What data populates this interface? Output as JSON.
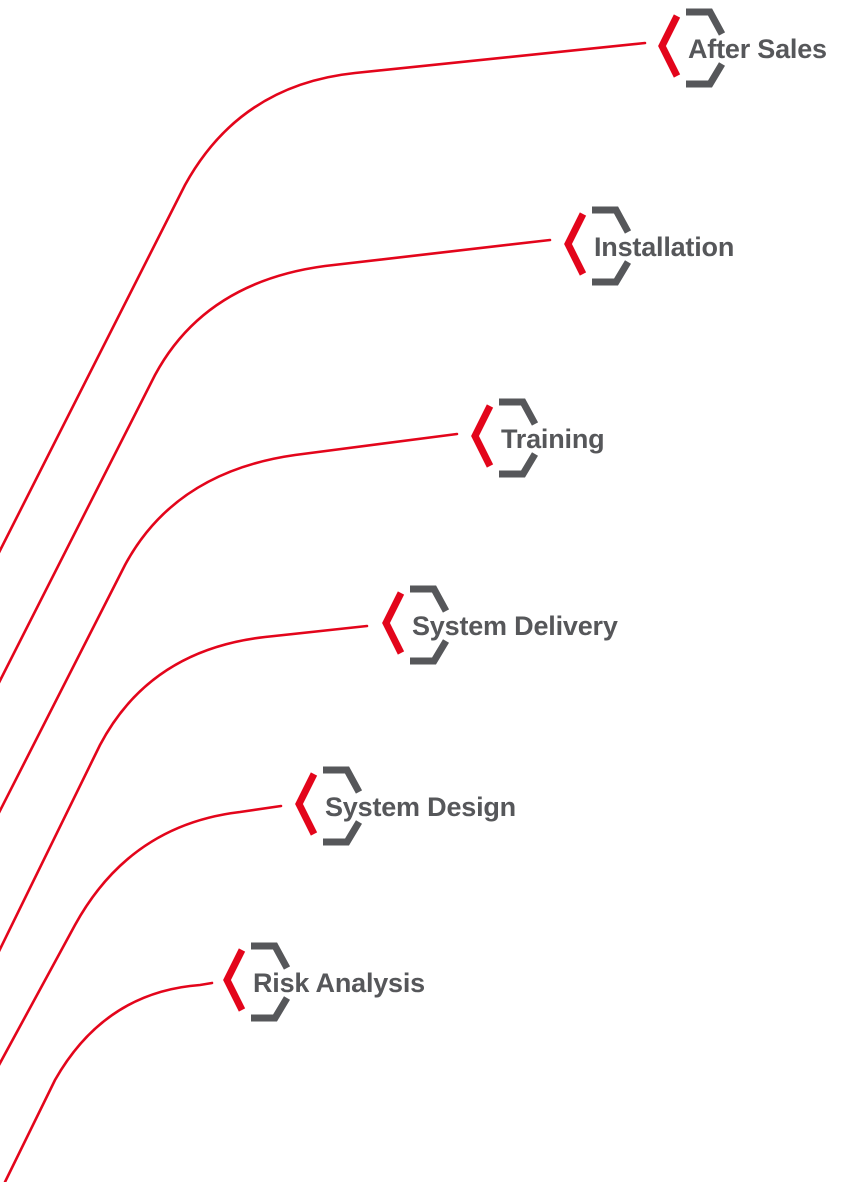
{
  "colors": {
    "accent_red": "#e3051b",
    "hexagon_gray": "#56575a",
    "label_gray": "#56575a",
    "background": "#ffffff"
  },
  "icon": "hexagon-bracket-icon",
  "steps": [
    {
      "label": "After Sales"
    },
    {
      "label": "Installation"
    },
    {
      "label": "Training"
    },
    {
      "label": "System Delivery"
    },
    {
      "label": "System Design"
    },
    {
      "label": "Risk Analysis"
    }
  ]
}
